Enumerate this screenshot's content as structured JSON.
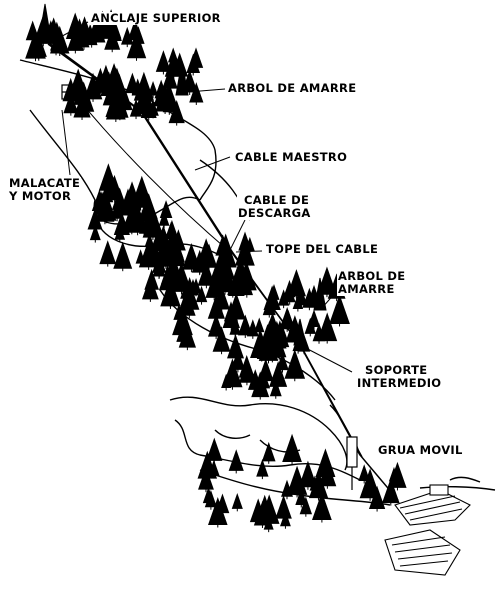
{
  "labels": {
    "anclaje_superior": "ANCLAJE SUPERIOR",
    "arbol_amarre_top": "ARBOL DE AMARRE",
    "cable_maestro": "CABLE MAESTRO",
    "malacate_line1": "MALACATE",
    "malacate_line2": "Y MOTOR",
    "cable_descarga_line1": "CABLE DE",
    "cable_descarga_line2": "DESCARGA",
    "tope_cable": "TOPE DEL CABLE",
    "arbol_amarre_right_line1": "ARBOL DE",
    "arbol_amarre_right_line2": "AMARRE",
    "soporte_line1": "SOPORTE",
    "soporte_line2": "INTERMEDIO",
    "grua_movil": "GRUA MOVIL"
  },
  "colors": {
    "ink": "#000000",
    "paper": "#ffffff"
  }
}
